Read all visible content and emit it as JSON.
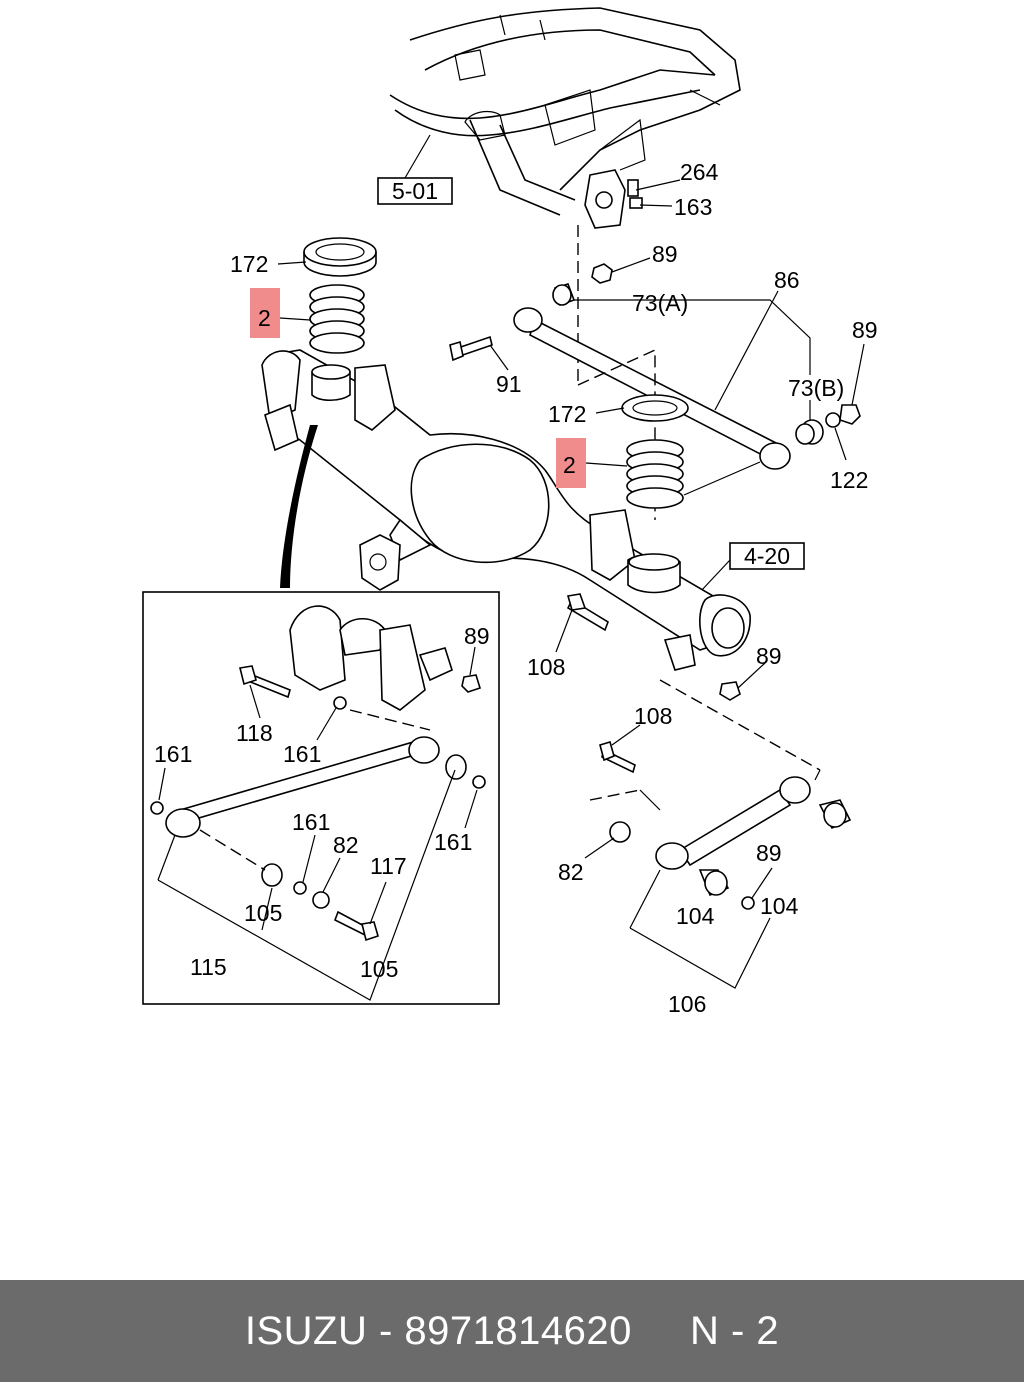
{
  "labels": {
    "ref_501": "5-01",
    "ref_420": "4-20",
    "l264": "264",
    "l163": "163",
    "l172_top": "172",
    "l2_left": "2",
    "l89_a": "89",
    "l73a": "73(A)",
    "l86": "86",
    "l89_b": "89",
    "l91": "91",
    "l73b": "73(B)",
    "l172_mid": "172",
    "l2_right": "2",
    "l122": "122",
    "l108_a": "108",
    "l89_c": "89",
    "l108_b": "108",
    "l82_r": "82",
    "l89_d": "89",
    "l104_a": "104",
    "l104_b": "104",
    "l106": "106",
    "inset_89": "89",
    "inset_118": "118",
    "inset_161_a": "161",
    "inset_161_b": "161",
    "inset_161_c": "161",
    "inset_161_d": "161",
    "inset_82": "82",
    "inset_117": "117",
    "inset_105_a": "105",
    "inset_105_b": "105",
    "inset_115": "115"
  },
  "highlight_color": "#f08c8c",
  "footer": {
    "brand": "ISUZU",
    "separator": "-",
    "part_number": "8971814620",
    "page": "N - 2",
    "background": "#6b6b6b"
  }
}
